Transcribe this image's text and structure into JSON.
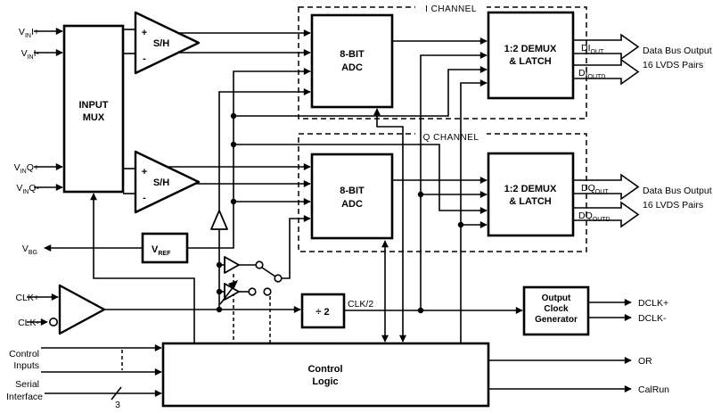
{
  "diagram": {
    "title_i_channel": "I CHANNEL",
    "title_q_channel": "Q CHANNEL",
    "blocks": {
      "input_mux_line1": "INPUT",
      "input_mux_line2": "MUX",
      "sh_label": "S/H",
      "plus": "+",
      "minus": "-",
      "adc_line1": "8-BIT",
      "adc_line2": "ADC",
      "demux_line1": "1:2 DEMUX",
      "demux_line2": "& LATCH",
      "vref_main": "V",
      "vref_sub": "REF",
      "div2": "÷ 2",
      "ocg_line1": "Output",
      "ocg_line2": "Clock",
      "ocg_line3": "Generator",
      "control_line1": "Control",
      "control_line2": "Logic"
    },
    "inputs": {
      "vin_main": "V",
      "vin_sub": "IN",
      "vin_i_plus": "I+",
      "vin_i_minus": "I-",
      "vin_q_plus": "Q+",
      "vin_q_minus": "Q-",
      "vbg_main": "V",
      "vbg_sub": "BG",
      "clk_plus": "CLK+",
      "clk_minus": "CLK-",
      "control_line1": "Control",
      "control_line2": "Inputs",
      "serial_line1": "Serial",
      "serial_line2": "Interface",
      "serial_bus_width": "3"
    },
    "outputs": {
      "di_out_main": "DI",
      "di_out_sub": "OUT",
      "di_outd_main": "DI",
      "di_outd_sub": "OUTD",
      "dq_out_main": "DQ",
      "dq_out_sub": "OUT",
      "dq_outd_main": "DQ",
      "dq_outd_sub": "OUTD",
      "bus_caption_line1": "Data Bus Output",
      "bus_caption_line2": "16 LVDS Pairs",
      "clk2": "CLK/2",
      "dclk_plus": "DCLK+",
      "dclk_minus": "DCLK-",
      "or": "OR",
      "calrun": "CalRun"
    },
    "colors": {
      "line": "#000000",
      "background": "#ffffff"
    }
  }
}
